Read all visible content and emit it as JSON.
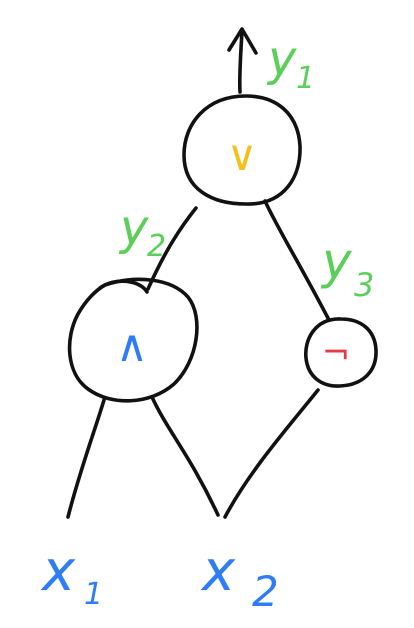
{
  "colors": {
    "ink": "#111111",
    "output_label": "#5ccf5a",
    "or_gate": "#f2c21b",
    "and_gate": "#2f7df6",
    "not_gate": "#e33b48",
    "inputs": "#2f7df6"
  },
  "nodes": {
    "or": {
      "symbol": "∨"
    },
    "and": {
      "symbol": "∧"
    },
    "not": {
      "symbol": "¬"
    }
  },
  "labels": {
    "y1_base": "y",
    "y1_sub": "1",
    "y2_base": "y",
    "y2_sub": "2",
    "y3_base": "y",
    "y3_sub": "3",
    "x1_base": "x",
    "x1_sub": "1",
    "x2_base": "x",
    "x2_sub": "2"
  }
}
